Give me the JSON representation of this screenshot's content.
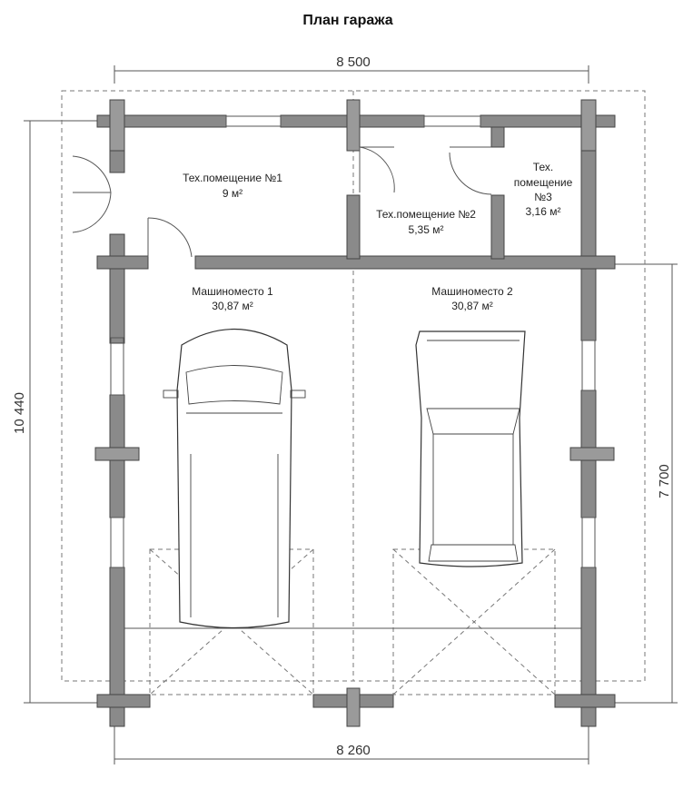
{
  "title": "План гаража",
  "dimensions": {
    "top_width": "8 500",
    "bottom_width": "8 260",
    "left_height": "10 440",
    "right_height": "7 700"
  },
  "rooms": {
    "tech1": {
      "name": "Тех.помещение №1",
      "area": "9 м²"
    },
    "tech2": {
      "name": "Тех.помещение №2",
      "area": "5,35 м²"
    },
    "tech3": {
      "name_line1": "Тех.",
      "name_line2": "помещение",
      "name_line3": "№3",
      "area": "3,16 м²"
    },
    "parking1": {
      "name": "Машиноместо 1",
      "area": "30,87 м²"
    },
    "parking2": {
      "name": "Машиноместо 2",
      "area": "30,87 м²"
    }
  }
}
